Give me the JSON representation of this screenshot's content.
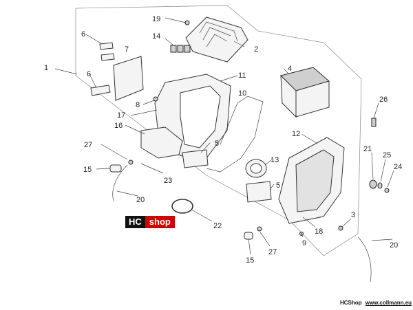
{
  "callouts": [
    "19",
    "2",
    "6",
    "14",
    "7",
    "1",
    "6",
    "4",
    "11",
    "10",
    "8",
    "17",
    "16",
    "26",
    "5",
    "12",
    "27",
    "21",
    "25",
    "15",
    "23",
    "13",
    "24",
    "20",
    "5",
    "3",
    "22",
    "18",
    "9",
    "20",
    "27",
    "15"
  ],
  "logo": {
    "hc": "HC",
    "shop": "shop"
  },
  "footer": {
    "brand": "HCShop",
    "url": "www.collmann.eu"
  },
  "colors": {
    "logo_red": "#d10000",
    "logo_black": "#111111",
    "line": "#333333"
  }
}
